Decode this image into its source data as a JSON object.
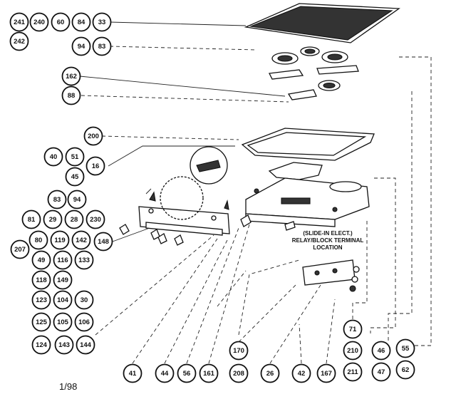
{
  "diagram": {
    "callouts": [
      "241",
      "240",
      "60",
      "84",
      "33",
      "242",
      "94",
      "83",
      "162",
      "88",
      "200",
      "40",
      "51",
      "16",
      "45",
      "83",
      "94",
      "81",
      "29",
      "28",
      "230",
      "148",
      "80",
      "119",
      "142",
      "207",
      "49",
      "116",
      "133",
      "118",
      "149",
      "123",
      "104",
      "30",
      "125",
      "105",
      "106",
      "124",
      "143",
      "144",
      "41",
      "44",
      "56",
      "161",
      "170",
      "208",
      "26",
      "42",
      "167",
      "71",
      "210",
      "211",
      "46",
      "47",
      "55",
      "62"
    ],
    "note_lines": [
      "(SLIDE-IN ELECT.)",
      "RELAY/BLOCK TERMINAL",
      "LOCATION"
    ],
    "footer_date": "1/98"
  }
}
